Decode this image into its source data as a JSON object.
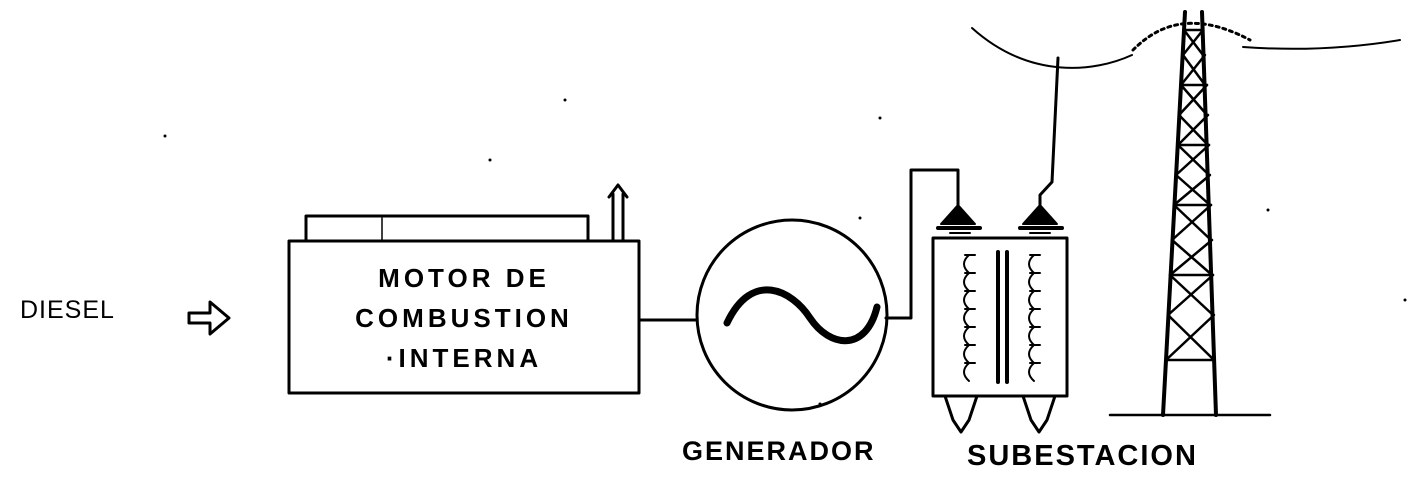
{
  "labels": {
    "input": "DIESEL",
    "engine_line1": "MOTOR  DE",
    "engine_line2": "COMBUSTION",
    "engine_line3": "·INTERNA",
    "generator": "GENERADOR",
    "substation": "SUBESTACION"
  },
  "colors": {
    "ink": "#000000",
    "background": "#ffffff"
  },
  "icons": [
    "input-arrow-icon",
    "exhaust-pipe-icon",
    "sine-wave-icon",
    "transformer-icon",
    "transmission-tower-icon"
  ]
}
